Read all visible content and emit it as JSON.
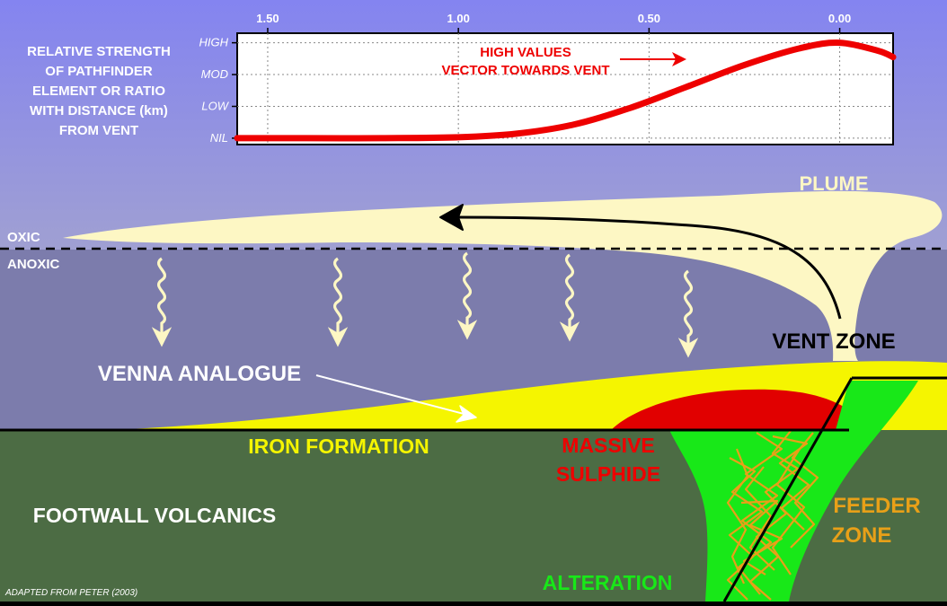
{
  "chart_data": {
    "type": "line",
    "title": "RELATIVE STRENGTH OF PATHFINDER ELEMENT OR RATIO WITH DISTANCE (km) FROM VENT",
    "title_lines": [
      "RELATIVE STRENGTH",
      "OF PATHFINDER",
      "ELEMENT OR RATIO",
      "WITH DISTANCE (km)",
      "FROM VENT"
    ],
    "xlabel": "",
    "ylabel": "",
    "x_ticks": [
      "1.50",
      "1.00",
      "0.50",
      "0.00"
    ],
    "x_tick_values": [
      1.5,
      1.0,
      0.5,
      0.0
    ],
    "xlim": [
      1.58,
      -0.14
    ],
    "y_ticks": [
      "NIL",
      "LOW",
      "MOD",
      "HIGH"
    ],
    "y_tick_values": [
      0,
      1,
      2,
      3
    ],
    "ylim": [
      -0.2,
      3.3
    ],
    "x_reversed": true,
    "grid": true,
    "annotations": [
      "HIGH VALUES",
      "VECTOR TOWARDS VENT"
    ],
    "series": [
      {
        "color": "#ee0000",
        "x": [
          1.58,
          1.4,
          1.2,
          1.0,
          0.85,
          0.7,
          0.55,
          0.4,
          0.25,
          0.1,
          0.0,
          -0.1,
          -0.14
        ],
        "y": [
          0.0,
          0.0,
          0.0,
          0.03,
          0.14,
          0.42,
          0.95,
          1.62,
          2.3,
          2.84,
          3.0,
          2.75,
          2.55
        ]
      }
    ]
  },
  "labels": {
    "plume": "PLUME",
    "oxic": "OXIC",
    "anoxic": "ANOXIC",
    "vent_zone": "VENT ZONE",
    "venna_analogue": "VENNA ANALOGUE",
    "iron_formation": "IRON FORMATION",
    "massive_line1": "MASSIVE",
    "massive_line2": "SULPHIDE",
    "footwall_volcanics": "FOOTWALL VOLCANICS",
    "feeder_line1": "FEEDER",
    "feeder_line2": "ZONE",
    "alteration": "ALTERATION",
    "credit": "ADAPTED FROM PETER (2003)"
  },
  "colors": {
    "sky_top": "#8484f0",
    "sky_bottom": "#a0a0d2",
    "water": "#7c7cac",
    "plume": "#fdf7c4",
    "iron_formation": "#f5f500",
    "massive_sulphide": "#e10000",
    "footwall": "#4c6c44",
    "alteration": "#18e818",
    "feeder_veins": "#e8a018",
    "label_red": "#ee0000",
    "label_yellow": "#f5f500",
    "label_orange": "#e8a018",
    "label_green": "#18e818"
  }
}
